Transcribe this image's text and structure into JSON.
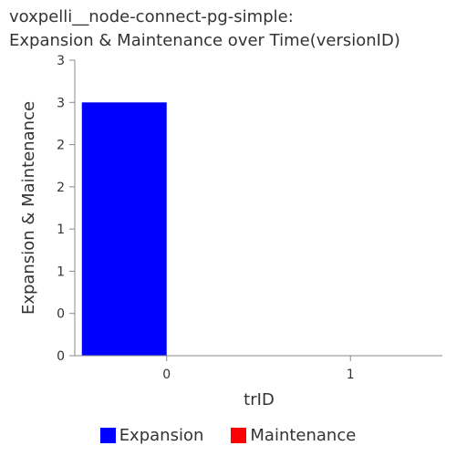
{
  "chart_data": {
    "type": "bar",
    "title_lines": [
      "voxpelli__node-connect-pg-simple:",
      "Expansion & Maintenance over Time(versionID)"
    ],
    "xlabel": "trID",
    "ylabel": "Expansion & Maintenance",
    "categories": [
      "0",
      "1"
    ],
    "series": [
      {
        "name": "Expansion",
        "color": "#0000ff",
        "values": [
          3,
          0
        ]
      },
      {
        "name": "Maintenance",
        "color": "#ff0000",
        "values": [
          0,
          0
        ]
      }
    ],
    "ylim": [
      0,
      3.5
    ],
    "yticks": [
      0,
      0.5,
      1,
      1.5,
      2,
      2.5,
      3,
      3.5
    ],
    "ytick_labels": [
      "0",
      "0",
      "1",
      "1",
      "2",
      "2",
      "3",
      "3"
    ],
    "grid": false,
    "legend_position": "bottom"
  }
}
